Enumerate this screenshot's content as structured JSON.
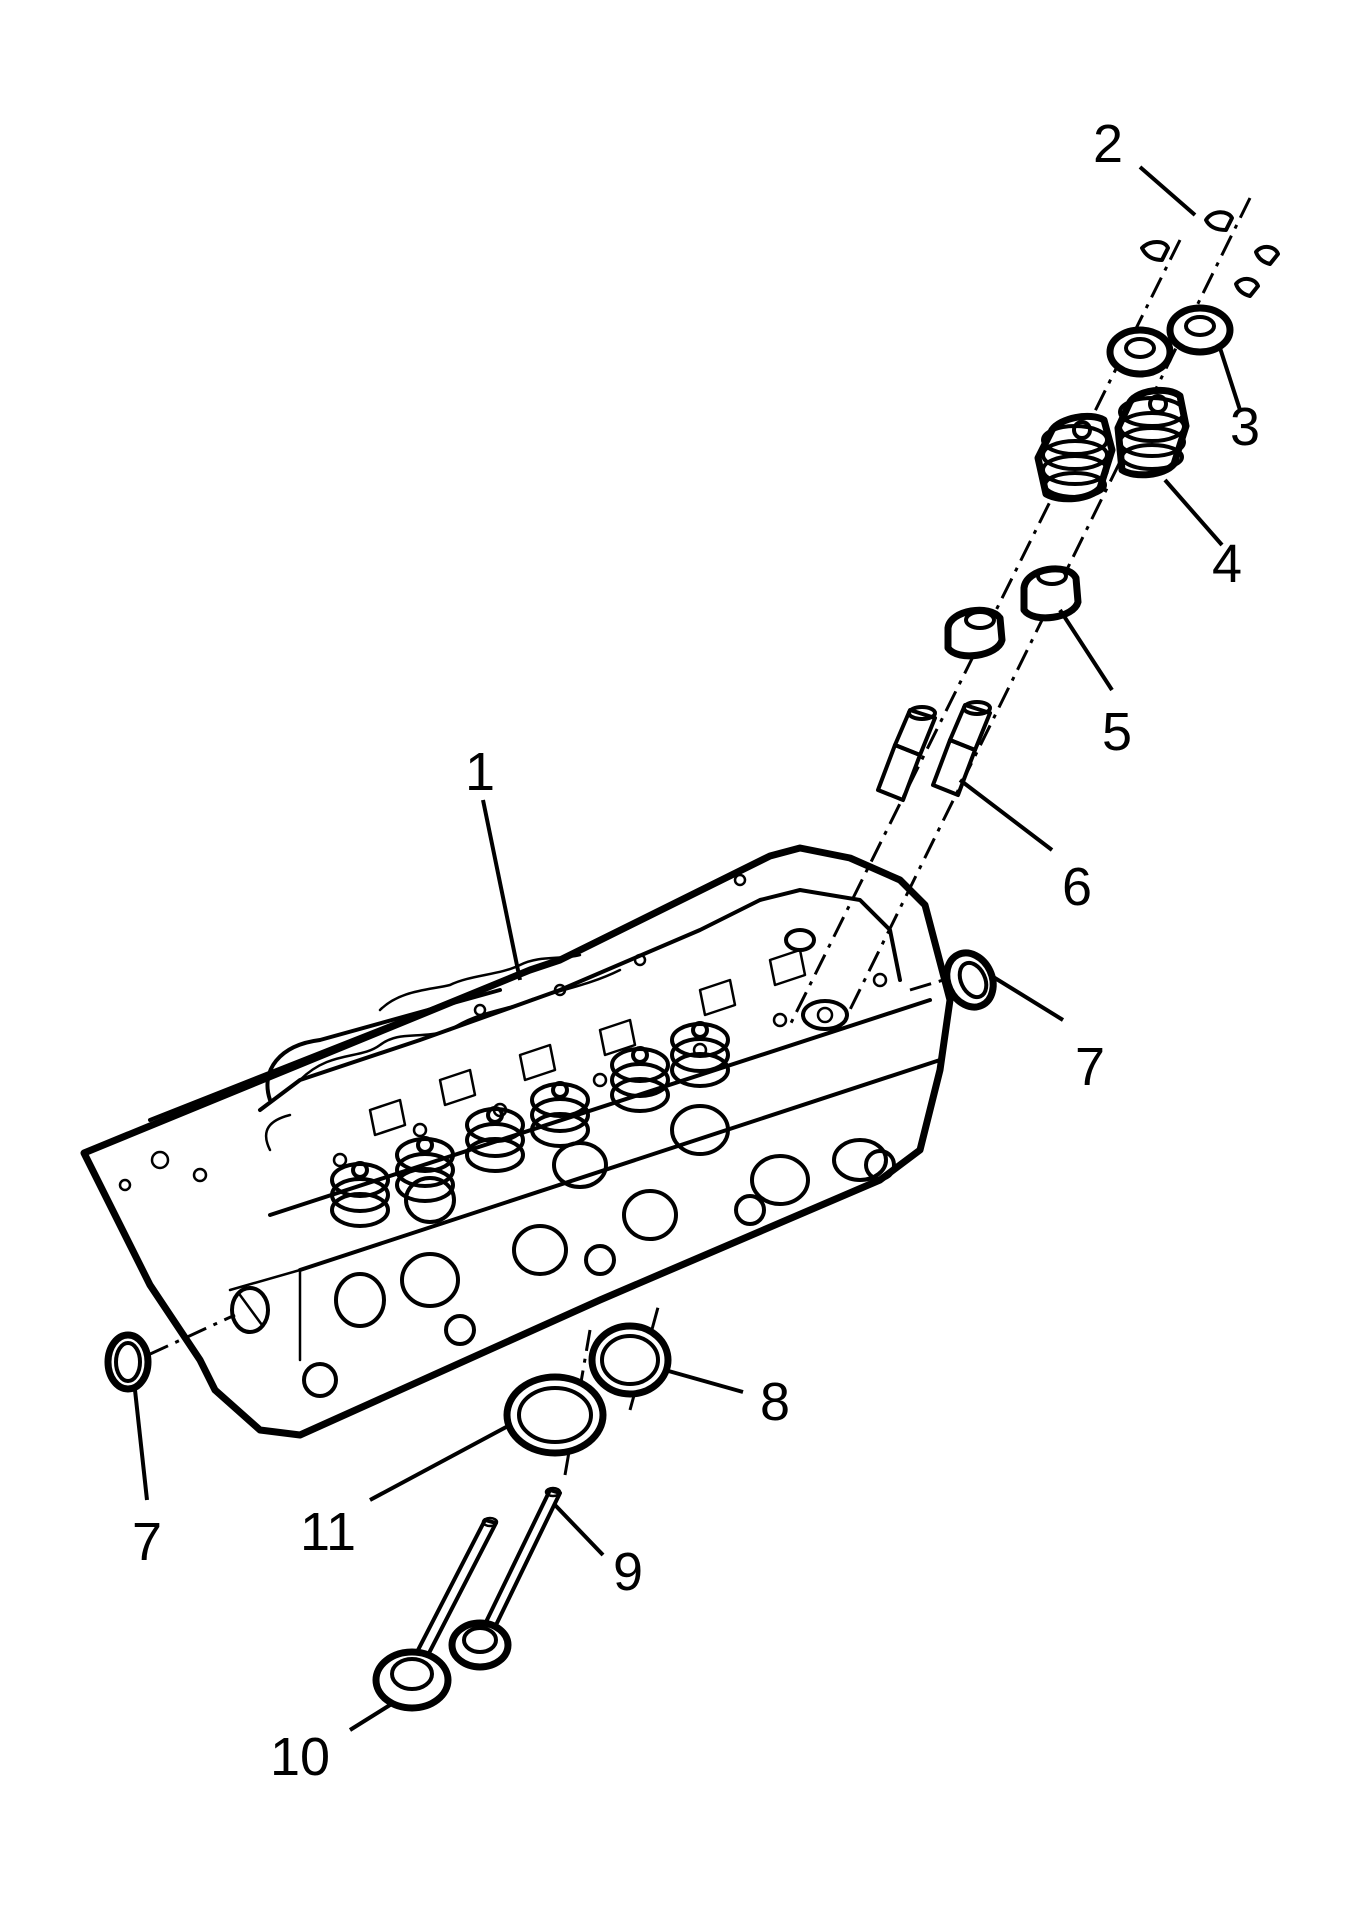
{
  "figure": {
    "callouts": [
      {
        "id": "c1",
        "label": "1"
      },
      {
        "id": "c2",
        "label": "2"
      },
      {
        "id": "c3",
        "label": "3"
      },
      {
        "id": "c4",
        "label": "4"
      },
      {
        "id": "c5",
        "label": "5"
      },
      {
        "id": "c6",
        "label": "6"
      },
      {
        "id": "c7a",
        "label": "7"
      },
      {
        "id": "c7b",
        "label": "7"
      },
      {
        "id": "c8",
        "label": "8"
      },
      {
        "id": "c9",
        "label": "9"
      },
      {
        "id": "c10",
        "label": "10"
      },
      {
        "id": "c11",
        "label": "11"
      }
    ],
    "colors": {
      "line": "#000000",
      "background": "#ffffff"
    }
  }
}
